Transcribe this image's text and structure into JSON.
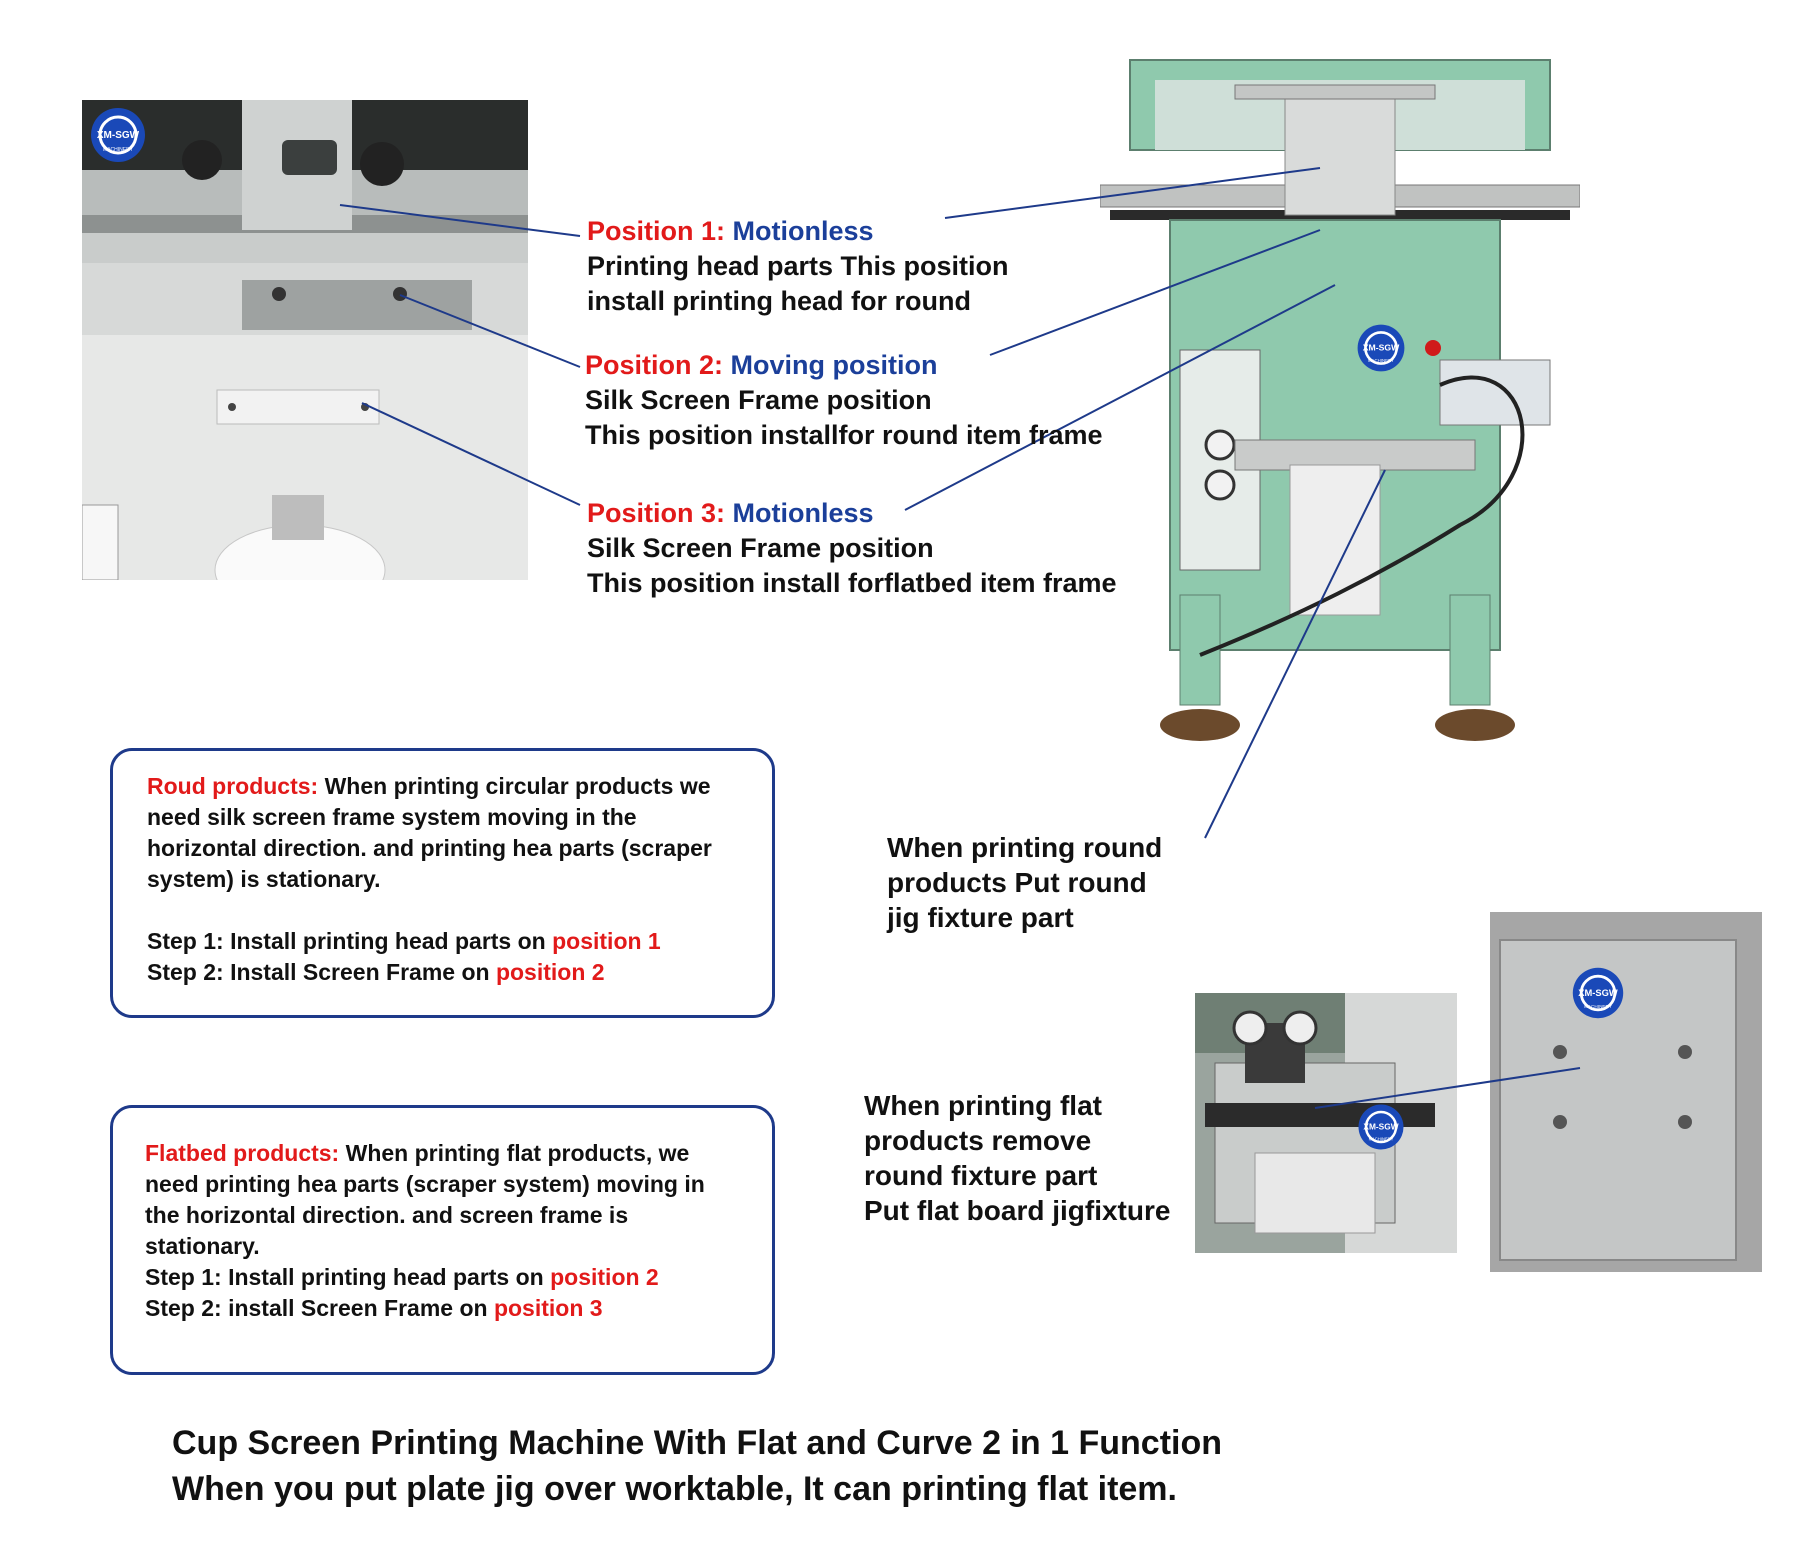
{
  "logo": {
    "brand_text": "XM-SGW",
    "sub_text": "MACHINERY"
  },
  "positions": [
    {
      "label": "Position 1:",
      "state": "Motionless",
      "line1": "Printing head parts This position",
      "line2": "install printing head for round"
    },
    {
      "label": "Position 2:",
      "state": "Moving position",
      "line1": "Silk Screen Frame position",
      "line2": "This position installfor round item frame"
    },
    {
      "label": "Position 3:",
      "state": "Motionless",
      "line1": "Silk Screen Frame position",
      "line2": "This position install forflatbed item frame"
    }
  ],
  "round_box": {
    "title": "Roud products:",
    "text": "When printing circular products we need silk screen frame system moving in the horizontal direction. and printing hea parts (scraper system) is stationary.",
    "step1_text": "Step 1: Install printing head parts on ",
    "step1_pos": "position 1",
    "step2_text": "Step 2: Install Screen Frame on ",
    "step2_pos": "position 2"
  },
  "flat_box": {
    "title": "Flatbed products:",
    "text": "When printing flat products, we need printing hea parts (scraper system) moving in the horizontal direction. and screen frame is stationary.",
    "step1_text": "Step 1: Install printing head parts on ",
    "step1_pos": "position 2",
    "step2_text": "Step 2: install Screen Frame on ",
    "step2_pos": "position 3"
  },
  "round_note": [
    "When printing round",
    "products Put round",
    "jig fixture part"
  ],
  "flat_note": [
    "When printing flat",
    "products remove",
    "round fixture part",
    "Put flat board jigfixture"
  ],
  "footer": {
    "line1": "Cup Screen Printing Machine With Flat and Curve 2 in 1 Function",
    "line2": "When you put plate jig over worktable, It can printing flat item."
  },
  "colors": {
    "red": "#e21a1a",
    "blue": "#1b3f9a",
    "box_border": "#1e3a8a",
    "machine_green": "#8fc9ad"
  }
}
